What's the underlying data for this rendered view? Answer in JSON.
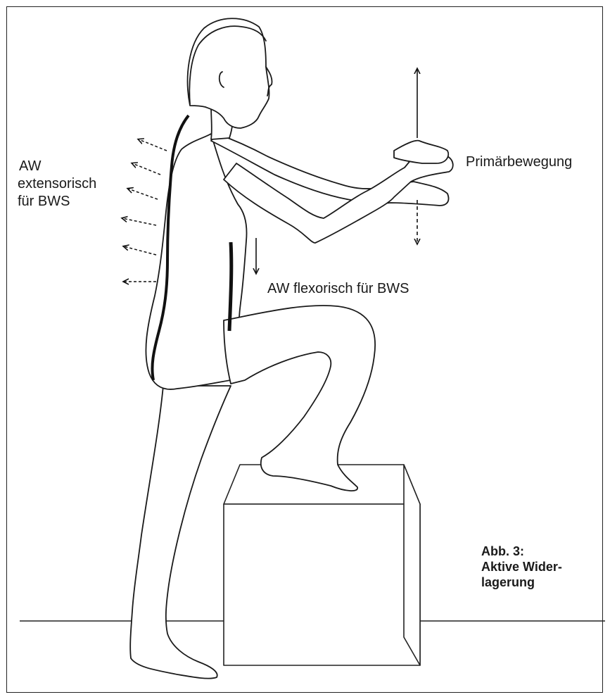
{
  "labels": {
    "extensor_line1": "AW",
    "extensor_line2": "extensorisch",
    "extensor_line3": "für BWS",
    "flexor": "AW flexorisch für BWS",
    "primary": "Primärbewegung"
  },
  "caption": {
    "line1": "Abb. 3:",
    "line2": "Aktive Wider-",
    "line3": "lagerung"
  }
}
